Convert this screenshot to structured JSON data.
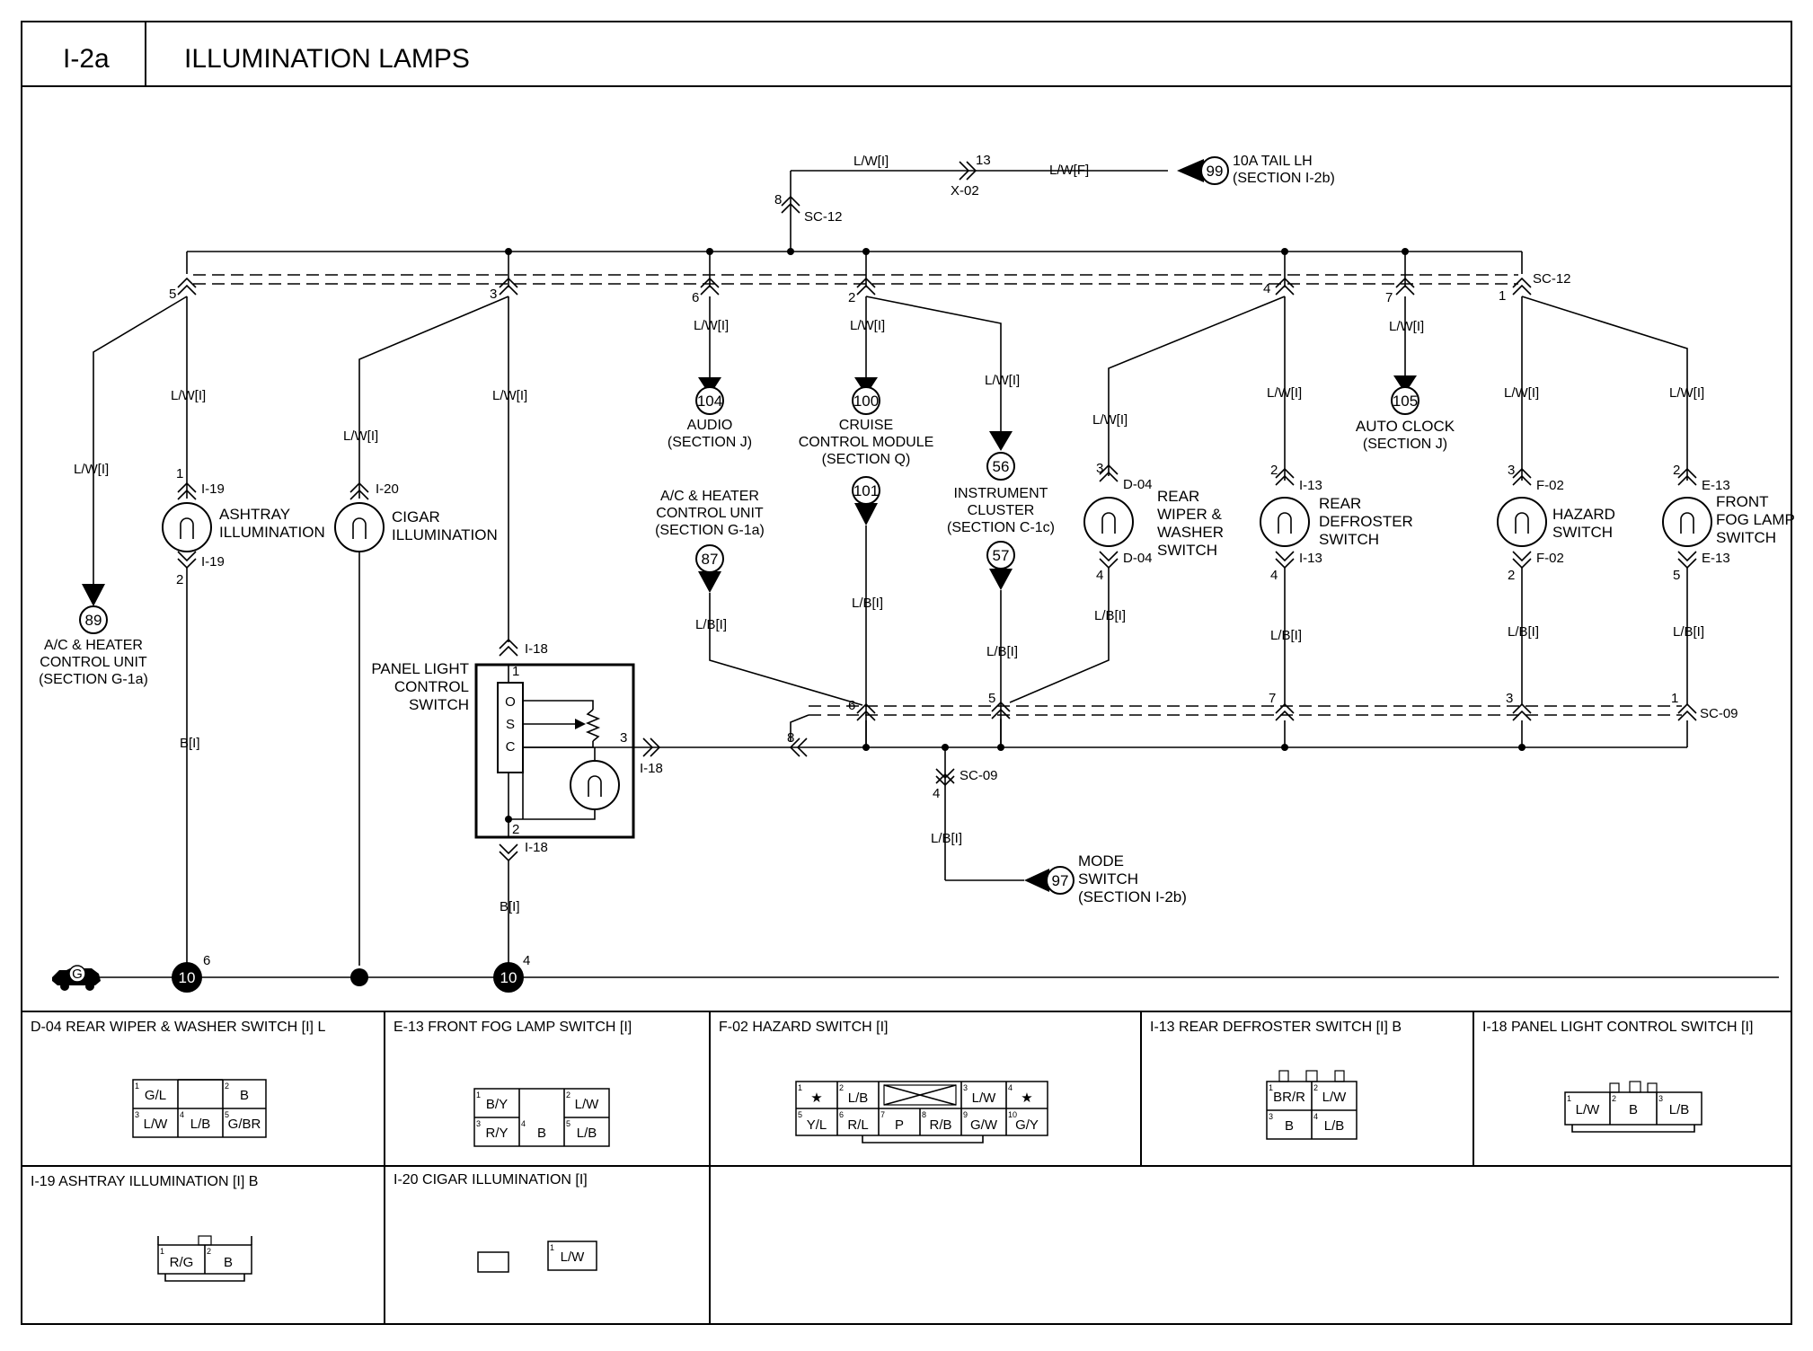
{
  "header": {
    "code": "I-2a",
    "title": "ILLUMINATION LAMPS"
  },
  "top_feed": {
    "left_wire": "L/W[I]",
    "pin": "13",
    "conn": "X-02",
    "right_wire": "L/W[F]",
    "ref_num": "99",
    "ref_line1": "10A TAIL LH",
    "ref_line2": "(SECTION I-2b)",
    "sc_pin": "8",
    "sc_label": "SC-12"
  },
  "splice_top": {
    "label": "SC-12",
    "pins": [
      "5",
      "3",
      "6",
      "2",
      "4",
      "7",
      "1"
    ]
  },
  "wires": {
    "lw": "L/W[I]",
    "lb": "L/B[I]",
    "b": "B[I]"
  },
  "refs": {
    "r89": {
      "num": "89",
      "l1": "A/C & HEATER",
      "l2": "CONTROL UNIT",
      "l3": "(SECTION G-1a)"
    },
    "r104": {
      "num": "104",
      "l1": "AUDIO",
      "l2": "(SECTION J)"
    },
    "r100": {
      "num": "100",
      "l1": "CRUISE",
      "l2": "CONTROL MODULE",
      "l3": "(SECTION Q)"
    },
    "r101": {
      "num": "101"
    },
    "r87": {
      "num": "87",
      "l1": "A/C & HEATER",
      "l2": "CONTROL UNIT",
      "l3": "(SECTION G-1a)"
    },
    "r56": {
      "num": "56",
      "l1": "INSTRUMENT",
      "l2": "CLUSTER",
      "l3": "(SECTION C-1c)"
    },
    "r57": {
      "num": "57"
    },
    "r105": {
      "num": "105",
      "l1": "AUTO CLOCK",
      "l2": "(SECTION J)"
    },
    "r97": {
      "num": "97",
      "l1": "MODE",
      "l2": "SWITCH",
      "l3": "(SECTION I-2b)"
    }
  },
  "lamps": {
    "ashtray": {
      "l1": "ASHTRAY",
      "l2": "ILLUMINATION",
      "conn": "I-19",
      "p1": "1",
      "p2": "2"
    },
    "cigar": {
      "l1": "CIGAR",
      "l2": "ILLUMINATION",
      "conn": "I-20"
    },
    "rear_wiper": {
      "l1": "REAR",
      "l2": "WIPER &",
      "l3": "WASHER",
      "l4": "SWITCH",
      "conn": "D-04",
      "p1": "3",
      "p2": "4"
    },
    "rear_defroster": {
      "l1": "REAR",
      "l2": "DEFROSTER",
      "l3": "SWITCH",
      "conn": "I-13",
      "p1": "2",
      "p2": "4"
    },
    "hazard": {
      "l1": "HAZARD",
      "l2": "SWITCH",
      "conn": "F-02",
      "p1": "3",
      "p2": "2"
    },
    "front_fog": {
      "l1": "FRONT",
      "l2": "FOG LAMP",
      "l3": "SWITCH",
      "conn": "E-13",
      "p1": "2",
      "p2": "5"
    }
  },
  "panel_switch": {
    "l1": "PANEL LIGHT",
    "l2": "CONTROL",
    "l3": "SWITCH",
    "conn": "I-18",
    "p1": "1",
    "p2": "2",
    "p3": "3",
    "o": "O",
    "s": "S",
    "c": "C"
  },
  "splice_bottom": {
    "label": "SC-09",
    "pins": [
      "6",
      "5",
      "7",
      "3",
      "1",
      "8",
      "4"
    ]
  },
  "grounds": {
    "g": "G",
    "g10a": "10",
    "g10a_pin": "6",
    "g10b": "10",
    "g10b_pin": "4"
  },
  "connectors": [
    {
      "title": "D-04 REAR WIPER & WASHER SWITCH [I] L",
      "cells": [
        {
          "n": "1",
          "t": "G/L"
        },
        {
          "n": "2",
          "t": "B"
        },
        {
          "n": "3",
          "t": "L/W"
        },
        {
          "n": "4",
          "t": "L/B"
        },
        {
          "n": "5",
          "t": "G/BR"
        }
      ]
    },
    {
      "title": "E-13 FRONT FOG LAMP SWITCH [I]",
      "cells": [
        {
          "n": "1",
          "t": "B/Y"
        },
        {
          "n": "2",
          "t": "L/W"
        },
        {
          "n": "3",
          "t": "R/Y"
        },
        {
          "n": "4",
          "t": "B"
        },
        {
          "n": "5",
          "t": "L/B"
        }
      ]
    },
    {
      "title": "F-02 HAZARD SWITCH [I]",
      "cells": [
        {
          "n": "1",
          "t": "★"
        },
        {
          "n": "2",
          "t": "L/B"
        },
        {
          "n": "3",
          "t": "L/W"
        },
        {
          "n": "4",
          "t": "★"
        },
        {
          "n": "5",
          "t": "Y/L"
        },
        {
          "n": "6",
          "t": "R/L"
        },
        {
          "n": "7",
          "t": "P"
        },
        {
          "n": "8",
          "t": "R/B"
        },
        {
          "n": "9",
          "t": "G/W"
        },
        {
          "n": "10",
          "t": "G/Y"
        }
      ]
    },
    {
      "title": "I-13 REAR DEFROSTER SWITCH [I] B",
      "cells": [
        {
          "n": "1",
          "t": "BR/R"
        },
        {
          "n": "2",
          "t": "L/W"
        },
        {
          "n": "3",
          "t": "B"
        },
        {
          "n": "4",
          "t": "L/B"
        }
      ]
    },
    {
      "title": "I-18 PANEL LIGHT CONTROL SWITCH [I]",
      "cells": [
        {
          "n": "1",
          "t": "L/W"
        },
        {
          "n": "2",
          "t": "B"
        },
        {
          "n": "3",
          "t": "L/B"
        }
      ]
    },
    {
      "title": "I-19 ASHTRAY ILLUMINATION [I] B",
      "cells": [
        {
          "n": "1",
          "t": "R/G"
        },
        {
          "n": "2",
          "t": "B"
        }
      ]
    },
    {
      "title": "I-20 CIGAR ILLUMINATION [I]",
      "cells": [
        {
          "n": "1",
          "t": "L/W"
        }
      ]
    }
  ]
}
